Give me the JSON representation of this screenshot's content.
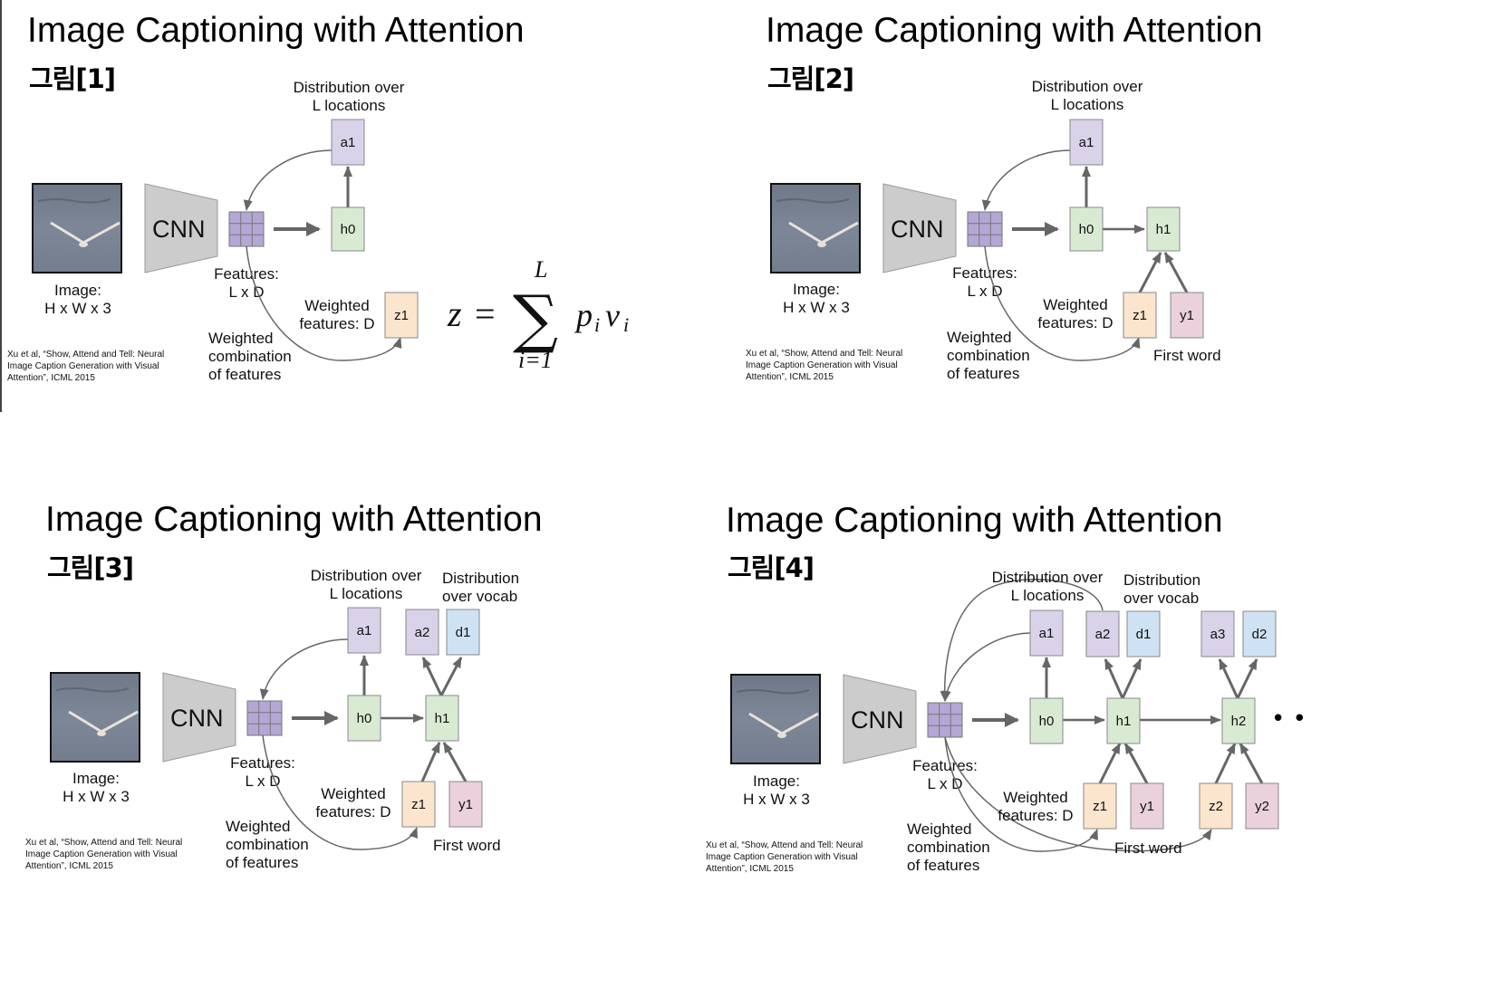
{
  "colors": {
    "attention_node": "#d9d2e9",
    "hidden_node": "#d9ead3",
    "weighted_node": "#fce5cd",
    "word_node": "#ead1dc",
    "vocab_node": "#cfe2f3",
    "feature_grid": "#b4a7d6",
    "cnn": "#cccccc",
    "arrow": "#666666"
  },
  "panels": [
    {
      "title": "Image Captioning with Attention",
      "subtitle": "그림[1]",
      "labels": {
        "cnn": "CNN",
        "image_1": "Image:",
        "image_2": "H x W x 3",
        "features_1": "Features:",
        "features_2": "L x D",
        "dist_loc_1": "Distribution over",
        "dist_loc_2": "L locations",
        "weighted_feat_1": "Weighted",
        "weighted_feat_2": "features: D",
        "comb_1": "Weighted",
        "comb_2": "combination",
        "comb_3": "of features"
      },
      "nodes": {
        "a1": "a1",
        "h0": "h0",
        "z1": "z1"
      },
      "equation": {
        "lhs": "z",
        "eq": "=",
        "upper": "L",
        "lower": "i=1",
        "term_p": "p",
        "sub_i": "i",
        "term_v": "v",
        "sub_i2": "i"
      },
      "citation": [
        "Xu et al, “Show, Attend and Tell: Neural",
        "Image Caption Generation with Visual",
        "Attention”, ICML 2015"
      ]
    },
    {
      "title": "Image Captioning with Attention",
      "subtitle": "그림[2]",
      "labels": {
        "cnn": "CNN",
        "image_1": "Image:",
        "image_2": "H x W x 3",
        "features_1": "Features:",
        "features_2": "L x D",
        "dist_loc_1": "Distribution over",
        "dist_loc_2": "L locations",
        "weighted_feat_1": "Weighted",
        "weighted_feat_2": "features: D",
        "comb_1": "Weighted",
        "comb_2": "combination",
        "comb_3": "of features",
        "first_word": "First word"
      },
      "nodes": {
        "a1": "a1",
        "h0": "h0",
        "h1": "h1",
        "z1": "z1",
        "y1": "y1"
      },
      "citation": [
        "Xu et al, “Show, Attend and Tell: Neural",
        "Image Caption Generation with Visual",
        "Attention”, ICML 2015"
      ]
    },
    {
      "title": "Image Captioning with Attention",
      "subtitle": "그림[3]",
      "labels": {
        "cnn": "CNN",
        "image_1": "Image:",
        "image_2": "H x W x 3",
        "features_1": "Features:",
        "features_2": "L x D",
        "dist_loc_1": "Distribution over",
        "dist_loc_2": "L locations",
        "dist_vocab_1": "Distribution",
        "dist_vocab_2": "over vocab",
        "weighted_feat_1": "Weighted",
        "weighted_feat_2": "features: D",
        "comb_1": "Weighted",
        "comb_2": "combination",
        "comb_3": "of features",
        "first_word": "First word"
      },
      "nodes": {
        "a1": "a1",
        "a2": "a2",
        "d1": "d1",
        "h0": "h0",
        "h1": "h1",
        "z1": "z1",
        "y1": "y1"
      },
      "citation": [
        "Xu et al, “Show, Attend and Tell: Neural",
        "Image Caption Generation with Visual",
        "Attention”, ICML 2015"
      ]
    },
    {
      "title": "Image Captioning with Attention",
      "subtitle": "그림[4]",
      "labels": {
        "cnn": "CNN",
        "image_1": "Image:",
        "image_2": "H x W x 3",
        "features_1": "Features:",
        "features_2": "L x D",
        "dist_loc_1": "Distribution over",
        "dist_loc_2": "L locations",
        "dist_vocab_1": "Distribution",
        "dist_vocab_2": "over vocab",
        "weighted_feat_1": "Weighted",
        "weighted_feat_2": "features: D",
        "comb_1": "Weighted",
        "comb_2": "combination",
        "comb_3": "of features",
        "first_word": "First word",
        "ellipsis": "• •"
      },
      "nodes": {
        "a1": "a1",
        "a2": "a2",
        "d1": "d1",
        "a3": "a3",
        "d2": "d2",
        "h0": "h0",
        "h1": "h1",
        "h2": "h2",
        "z1": "z1",
        "y1": "y1",
        "z2": "z2",
        "y2": "y2"
      },
      "citation": [
        "Xu et al, “Show, Attend and Tell: Neural",
        "Image Caption Generation with Visual",
        "Attention”, ICML 2015"
      ]
    }
  ]
}
